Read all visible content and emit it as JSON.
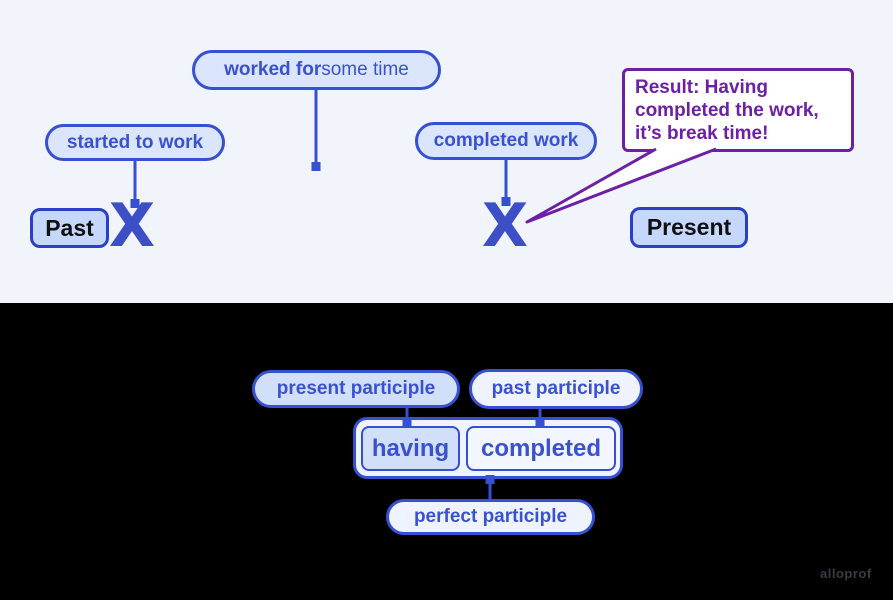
{
  "top": {
    "events": [
      {
        "label": "started to work"
      },
      {
        "label_bold": "worked for ",
        "label_rest": "some time"
      },
      {
        "label": "completed work"
      }
    ],
    "past_label": "Past",
    "present_label": "Present",
    "x_marker": "X",
    "callout": {
      "lines": [
        "Result: Having",
        "completed the work,",
        "it’s break time!"
      ]
    }
  },
  "bottom": {
    "present_participle": "present participle",
    "past_participle": "past participle",
    "having": "having",
    "completed": "completed",
    "perfect_participle": "perfect participle"
  },
  "watermark": "alloprof",
  "colors": {
    "blue_border": "#3550d2",
    "blue_text": "#3a52d0",
    "dark_blue_border": "#2c3fc4",
    "x_blue": "#3d4fc6",
    "timeline_blue": "#aecbf9",
    "light_pill_fill": "#dbe5fb",
    "white_pill_fill": "#eff3fd",
    "tag_fill": "#c5d8fb",
    "purple": "#6d1fa6",
    "top_background": "#f1f4fb",
    "bottom_background": "#000000"
  }
}
